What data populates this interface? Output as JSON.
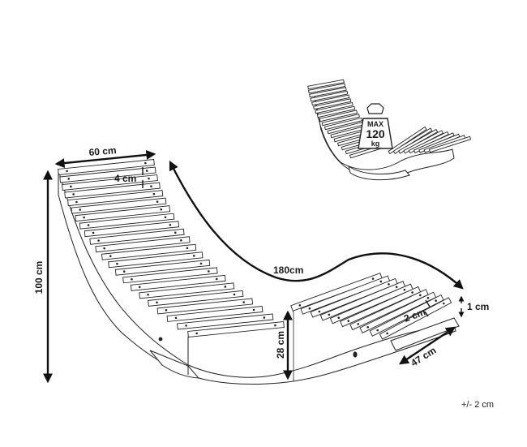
{
  "dimensions": {
    "width": "60 cm",
    "slat_spacing": "4 cm",
    "height": "100 cm",
    "length": "180cm",
    "seat_height": "28 cm",
    "slat_gap": "2 cm",
    "slat_thickness": "1 cm",
    "foot_width": "47 cm",
    "tolerance": "+/- 2 cm"
  },
  "weight_badge": {
    "label_top": "MAX",
    "value": "120",
    "unit": "kg"
  },
  "colors": {
    "line": "#222222",
    "background": "#ffffff"
  }
}
